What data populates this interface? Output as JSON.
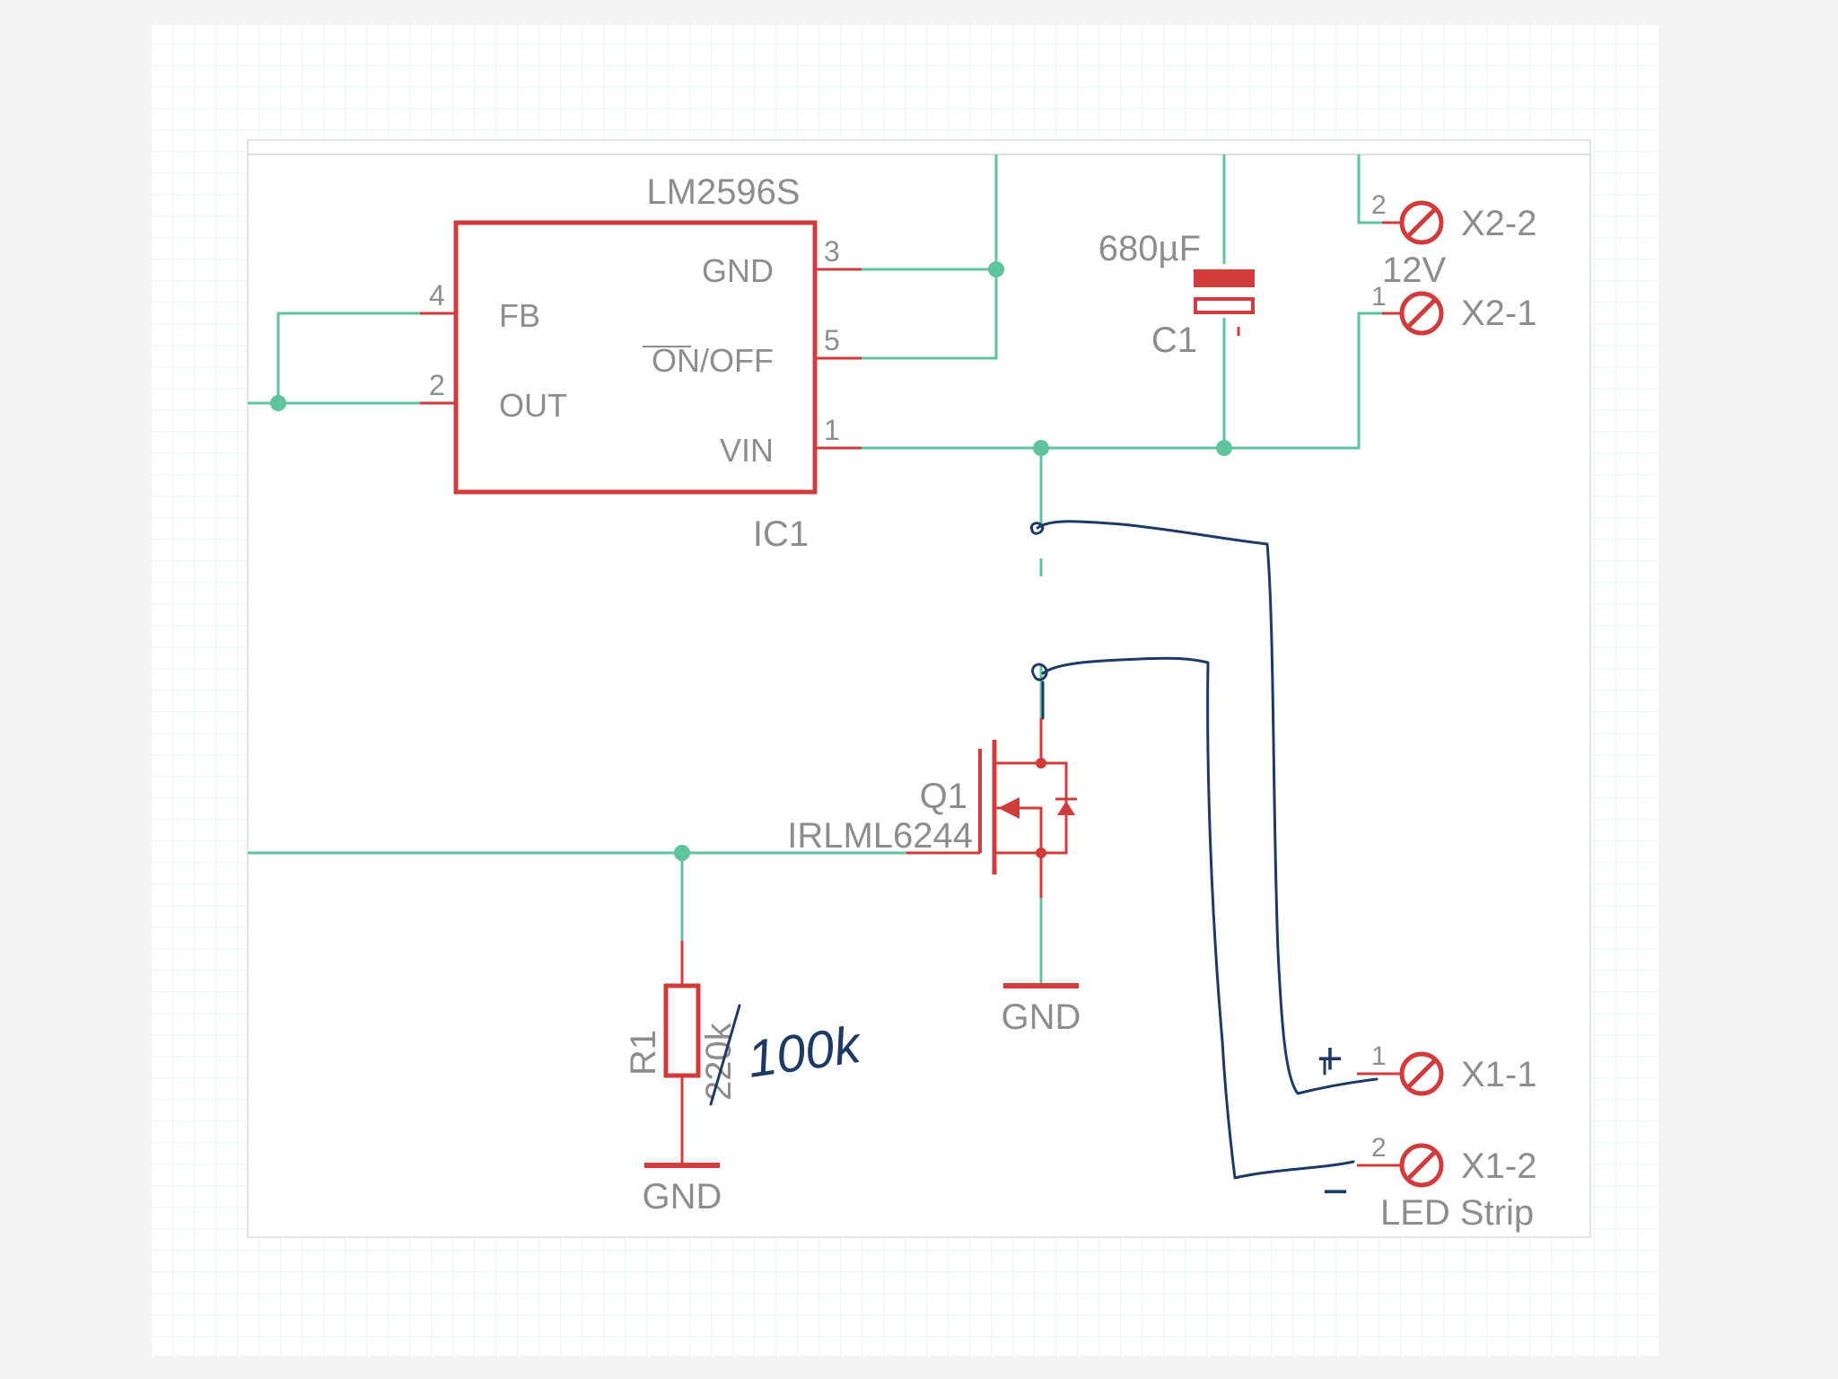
{
  "ic1": {
    "value": "LM2596S",
    "name": "IC1",
    "pins": {
      "fb": {
        "label": "FB",
        "num": "4"
      },
      "out": {
        "label": "OUT",
        "num": "2"
      },
      "gnd": {
        "label": "GND",
        "num": "3"
      },
      "on_off": {
        "label": "ON/OFF",
        "num": "5"
      },
      "vin": {
        "label": "VIN",
        "num": "1"
      }
    }
  },
  "c1": {
    "value": "680µF",
    "name": "C1"
  },
  "x2": {
    "pin2_name": "X2-2",
    "pin2_num": "2",
    "pin1_name": "X2-1",
    "pin1_num": "1",
    "label": "12V"
  },
  "q1": {
    "name": "Q1",
    "value": "IRLML6244"
  },
  "q1_gnd": "GND",
  "r1": {
    "name": "R1",
    "value": "220k",
    "handwritten_value": "100k"
  },
  "r1_gnd": "GND",
  "x1": {
    "pin1_name": "X1-1",
    "pin1_num": "1",
    "pin2_name": "X1-2",
    "pin2_num": "2",
    "label": "LED Strip"
  },
  "annotations": {
    "plus": "+",
    "minus": "−"
  },
  "colors": {
    "wire": "#5fc39c",
    "symbol": "#d03c3c",
    "label": "#8d8d8d",
    "ink": "#1d3a66",
    "grid": "#bfe3f1"
  }
}
